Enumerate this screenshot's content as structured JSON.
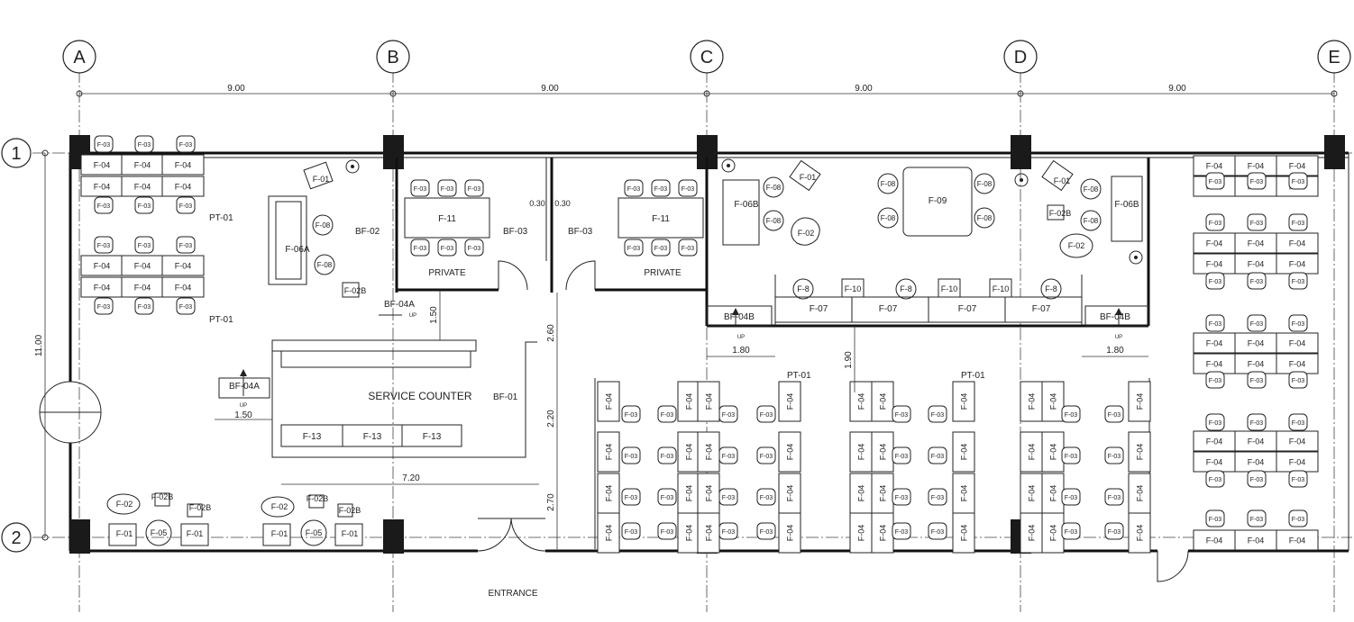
{
  "grid": {
    "columns": [
      "A",
      "B",
      "C",
      "D",
      "E"
    ],
    "rows": [
      "1",
      "2"
    ],
    "bay_dims": [
      "9.00",
      "9.00",
      "9.00",
      "9.00"
    ],
    "height_dim": "11.00"
  },
  "labels": {
    "partition_pt01": "PT-01",
    "private": "PRIVATE",
    "service_counter": "SERVICE COUNTER",
    "entrance": "ENTRANCE",
    "up": "UP"
  },
  "furniture": {
    "f01": "F-01",
    "f02": "F-02",
    "f02b": "F-02B",
    "f03": "F-03",
    "f04": "F-04",
    "f05": "F-05",
    "f06a": "F-06A",
    "f06b": "F-06B",
    "f07": "F-07",
    "f08": "F-08",
    "f8": "F-8",
    "f09": "F-09",
    "f10": "F-10",
    "f11": "F-11",
    "f13": "F-13"
  },
  "built_in": {
    "bf01": "BF-01",
    "bf02": "BF-02",
    "bf03": "BF-03",
    "bf04a": "BF-04A",
    "bf04b": "BF-04B"
  },
  "dimensions": {
    "d_150": "1.50",
    "d_180": "1.80",
    "d_190": "1.90",
    "d_720": "7.20",
    "d_260": "2.60",
    "d_220": "2.20",
    "d_270": "2.70",
    "d_030a": "0.30",
    "d_030b": "0.30"
  }
}
